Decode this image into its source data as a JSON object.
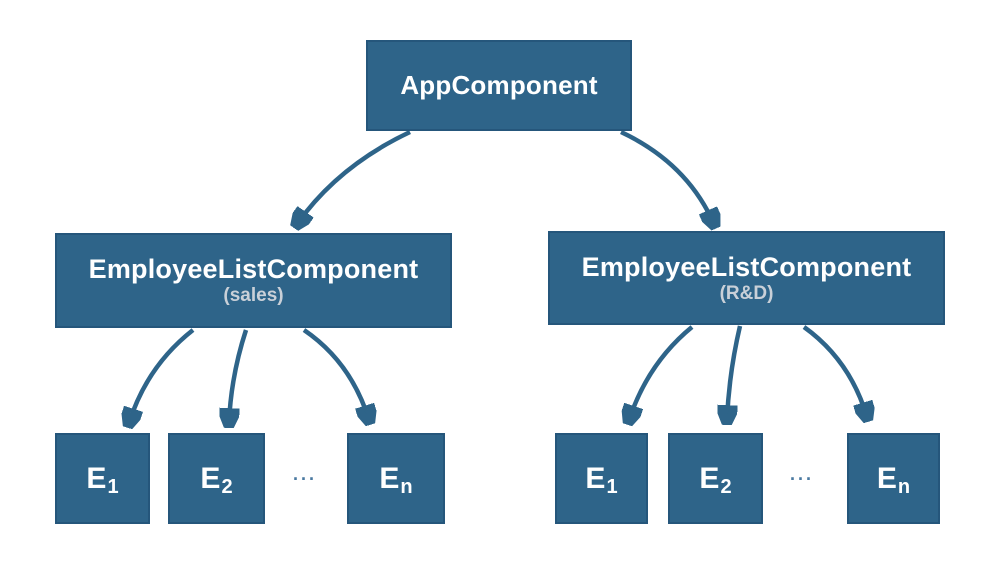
{
  "colors": {
    "node_fill": "#2e6489",
    "node_border": "#25567b",
    "node_text": "#ffffff",
    "node_subtext": "#c9d0d8",
    "arrow": "#2e6489",
    "ellipsis": "#4a79a1",
    "background": "#ffffff"
  },
  "diagram": {
    "root": {
      "label": "AppComponent"
    },
    "groups": [
      {
        "title": "EmployeeListComponent",
        "subtitle": "(sales)",
        "children": [
          {
            "base": "E",
            "sub": "1"
          },
          {
            "base": "E",
            "sub": "2"
          },
          {
            "base": "E",
            "sub": "n"
          }
        ],
        "ellipsis": "..."
      },
      {
        "title": "EmployeeListComponent",
        "subtitle": "(R&D)",
        "children": [
          {
            "base": "E",
            "sub": "1"
          },
          {
            "base": "E",
            "sub": "2"
          },
          {
            "base": "E",
            "sub": "n"
          }
        ],
        "ellipsis": "..."
      }
    ]
  }
}
